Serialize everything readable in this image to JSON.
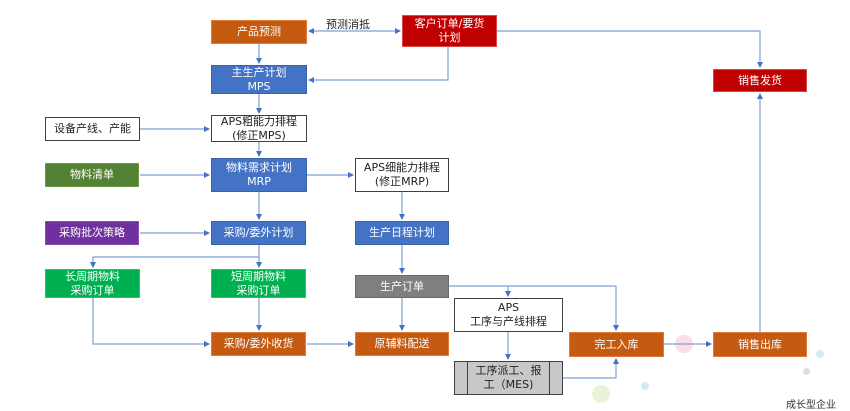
{
  "diagram": {
    "nodes": {
      "product_forecast": "产品预测",
      "customer_order": "客户订单/要货\n计划",
      "mps": "主生产计划\nMPS",
      "sales_delivery": "销售发货",
      "equipment": "设备产线、产能",
      "aps_rough": "APS粗能力排程\n(修正MPS)",
      "material_list": "物料清单",
      "mrp": "物料需求计划\nMRP",
      "aps_fine": "APS细能力排程\n(修正MRP)",
      "batch_strategy": "采购批次策略",
      "purchase_plan": "采购/委外计划",
      "production_schedule": "生产日程计划",
      "long_cycle": "长周期物料\n采购订单",
      "short_cycle": "短周期物料\n采购订单",
      "production_order": "生产订单",
      "aps_process": "APS\n工序与产线排程",
      "purchase_receipt": "采购/委外收货",
      "material_delivery": "原辅料配送",
      "completion_storage": "完工入库",
      "sales_out": "销售出库",
      "mes": "工序派工、报\n工（MES)"
    },
    "edge_labels": {
      "forecast_offset": "预测消抵"
    },
    "watermark": "成长型企业"
  },
  "colors": {
    "arrow": "#4472c4",
    "orange": "#c55a11",
    "blue": "#4472c4",
    "red": "#c00000",
    "green_dark": "#548235",
    "green": "#00b050",
    "purple": "#7030a0",
    "gray": "#7f7f7f"
  }
}
